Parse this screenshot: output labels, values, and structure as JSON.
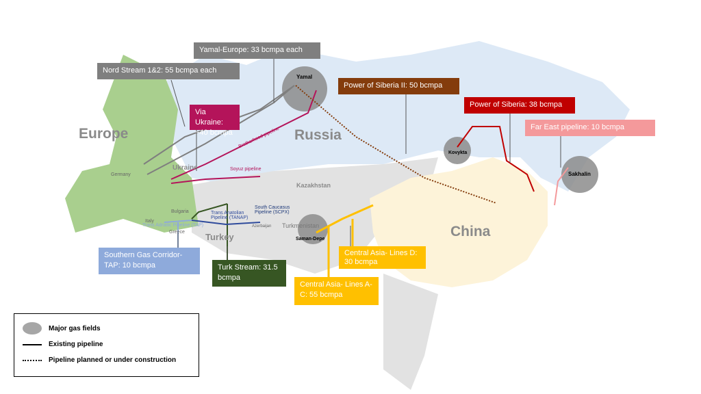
{
  "regions": {
    "europe": "Europe",
    "russia": "Russia",
    "china": "China",
    "ukraine": "Ukraine",
    "kazakhstan": "Kazakhstan",
    "turkey": "Turkey",
    "germany": "Germany",
    "bulgaria": "Bulgaria",
    "italy": "Italy",
    "greece": "Greece",
    "azerbaijan": "Azerbaijan",
    "turkmenistan": "Turkmenistan"
  },
  "fields": {
    "yamal": "Yamal",
    "kovykta": "Kovykta",
    "sakhalin": "Sakhalin",
    "saman_depe": "Saman-Depe"
  },
  "pipeline_labels": {
    "brotherhood": "Brotherhood pipeline",
    "soyuz": "Soyuz pipeline",
    "tanap": "Trans Anatolian Pipeline (TANAP)",
    "scpx": "South Caucasus Pipeline (SCPX)",
    "tap": "Trans Adriatic Pipeline (TAP)"
  },
  "boxes": {
    "yamal_europe": "Yamal-Europe: 33 bcmpa each",
    "nord_stream": "Nord Stream 1&2: 55 bcmpa each",
    "via_ukraine": "Via Ukraine: ~40 bcmpa",
    "power_siberia_2": "Power of Siberia II: 50 bcmpa",
    "power_siberia": "Power of Siberia: 38 bcmpa",
    "far_east": "Far East pipeline: 10 bcmpa",
    "southern_corridor": "Southern Gas Corridor-TAP: 10 bcmpa",
    "turk_stream": "Turk Stream: 31.5 bcmpa",
    "central_asia_d": "Central Asia- Lines D: 30 bcmpa",
    "central_asia_ac": "Central Asia- Lines A-C: 55 bcmpa"
  },
  "legend": {
    "fields": "Major gas fields",
    "existing": "Existing pipeline",
    "planned": "Pipeline planned or under construction"
  },
  "colors": {
    "grey": "#7f7f7f",
    "ukraine": "#b4145a",
    "siberia2": "#843c0c",
    "siberia": "#c00000",
    "fareast": "#f4999b",
    "tap": "#8eaadb",
    "turk": "#375623",
    "centralasia": "#ffc000"
  }
}
